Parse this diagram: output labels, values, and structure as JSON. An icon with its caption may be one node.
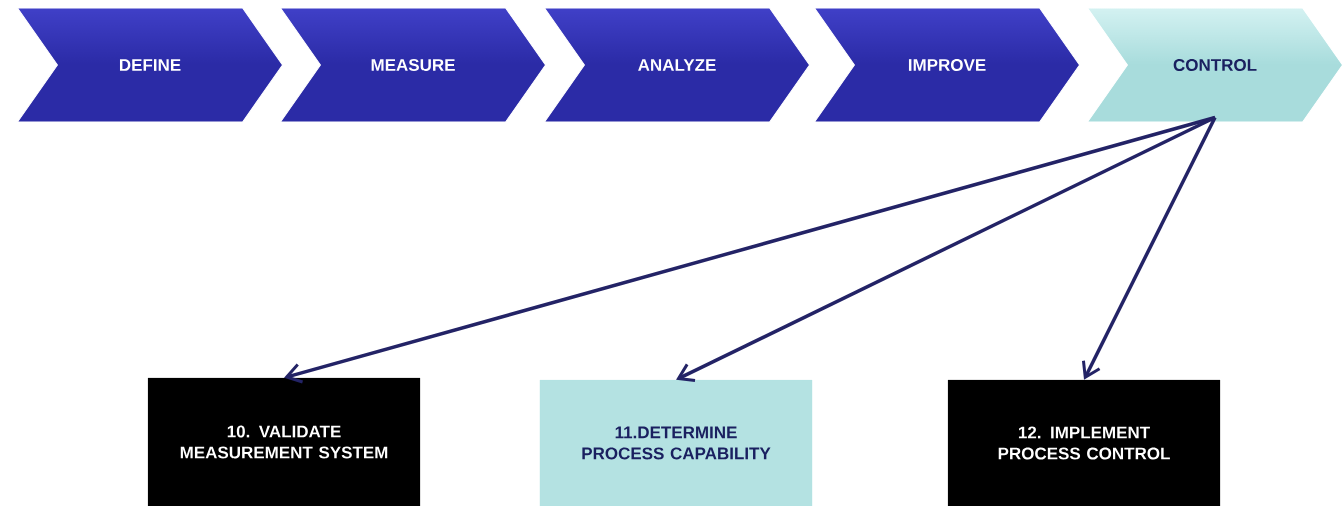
{
  "diagram": {
    "nodes": [
      {
        "text": [
          "DEFINE"
        ]
      },
      {
        "text": [
          "MEASURE"
        ]
      },
      {
        "text": [
          "ANALYZE"
        ]
      },
      {
        "text": [
          "IMPROVE"
        ]
      },
      {
        "text": [
          "CONTROL"
        ]
      },
      {
        "text": [
          "10.  VALIDATE MEASUREMENT SYSTEM"
        ]
      },
      {
        "text": [
          "11.DETERMINE PROCESS CAPABILITY"
        ]
      },
      {
        "text": [
          "12.  IMPLEMENT PROCESS CONTROL"
        ]
      }
    ],
    "edges": [
      {
        "from": 4,
        "to": 5,
        "arrow": "to"
      },
      {
        "from": 4,
        "to": 6,
        "arrow": "to"
      },
      {
        "from": 4,
        "to": 7,
        "arrow": "to"
      }
    ]
  }
}
